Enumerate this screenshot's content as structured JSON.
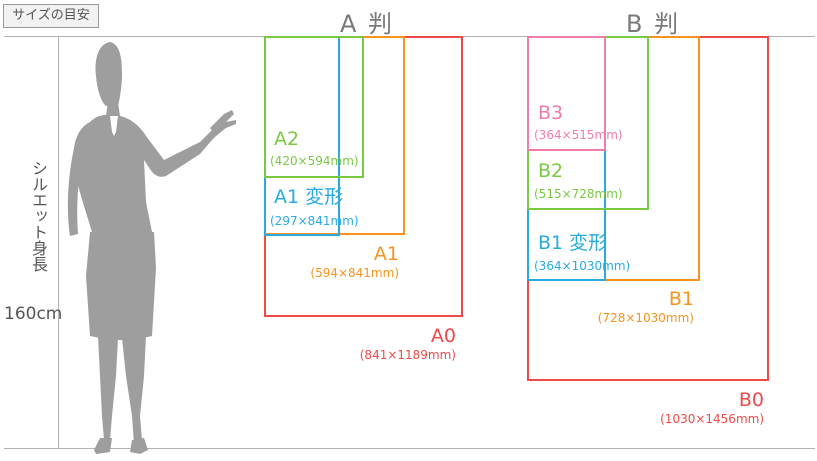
{
  "header": {
    "badge_label": "サイズの目安"
  },
  "silhouette": {
    "axis_label": "シルエット身長",
    "height_label": "160cm"
  },
  "a_series": {
    "title": "A 判",
    "sizes": [
      {
        "name": "A2",
        "dims": "(420×594mm)",
        "color": "#7ac943"
      },
      {
        "name": "A1 変形",
        "dims": "(297×841mm)",
        "color": "#29abe2"
      },
      {
        "name": "A1",
        "dims": "(594×841mm)",
        "color": "#f7931e"
      },
      {
        "name": "A0",
        "dims": "(841×1189mm)",
        "color": "#ee4a4a"
      }
    ]
  },
  "b_series": {
    "title": "B 判",
    "sizes": [
      {
        "name": "B3",
        "dims": "(364×515mm)",
        "color": "#f07cab"
      },
      {
        "name": "B2",
        "dims": "(515×728mm)",
        "color": "#7ac943"
      },
      {
        "name": "B1 変形",
        "dims": "(364×1030mm)",
        "color": "#29abe2"
      },
      {
        "name": "B1",
        "dims": "(728×1030mm)",
        "color": "#f7931e"
      },
      {
        "name": "B0",
        "dims": "(1030×1456mm)",
        "color": "#ee4a4a"
      }
    ]
  }
}
